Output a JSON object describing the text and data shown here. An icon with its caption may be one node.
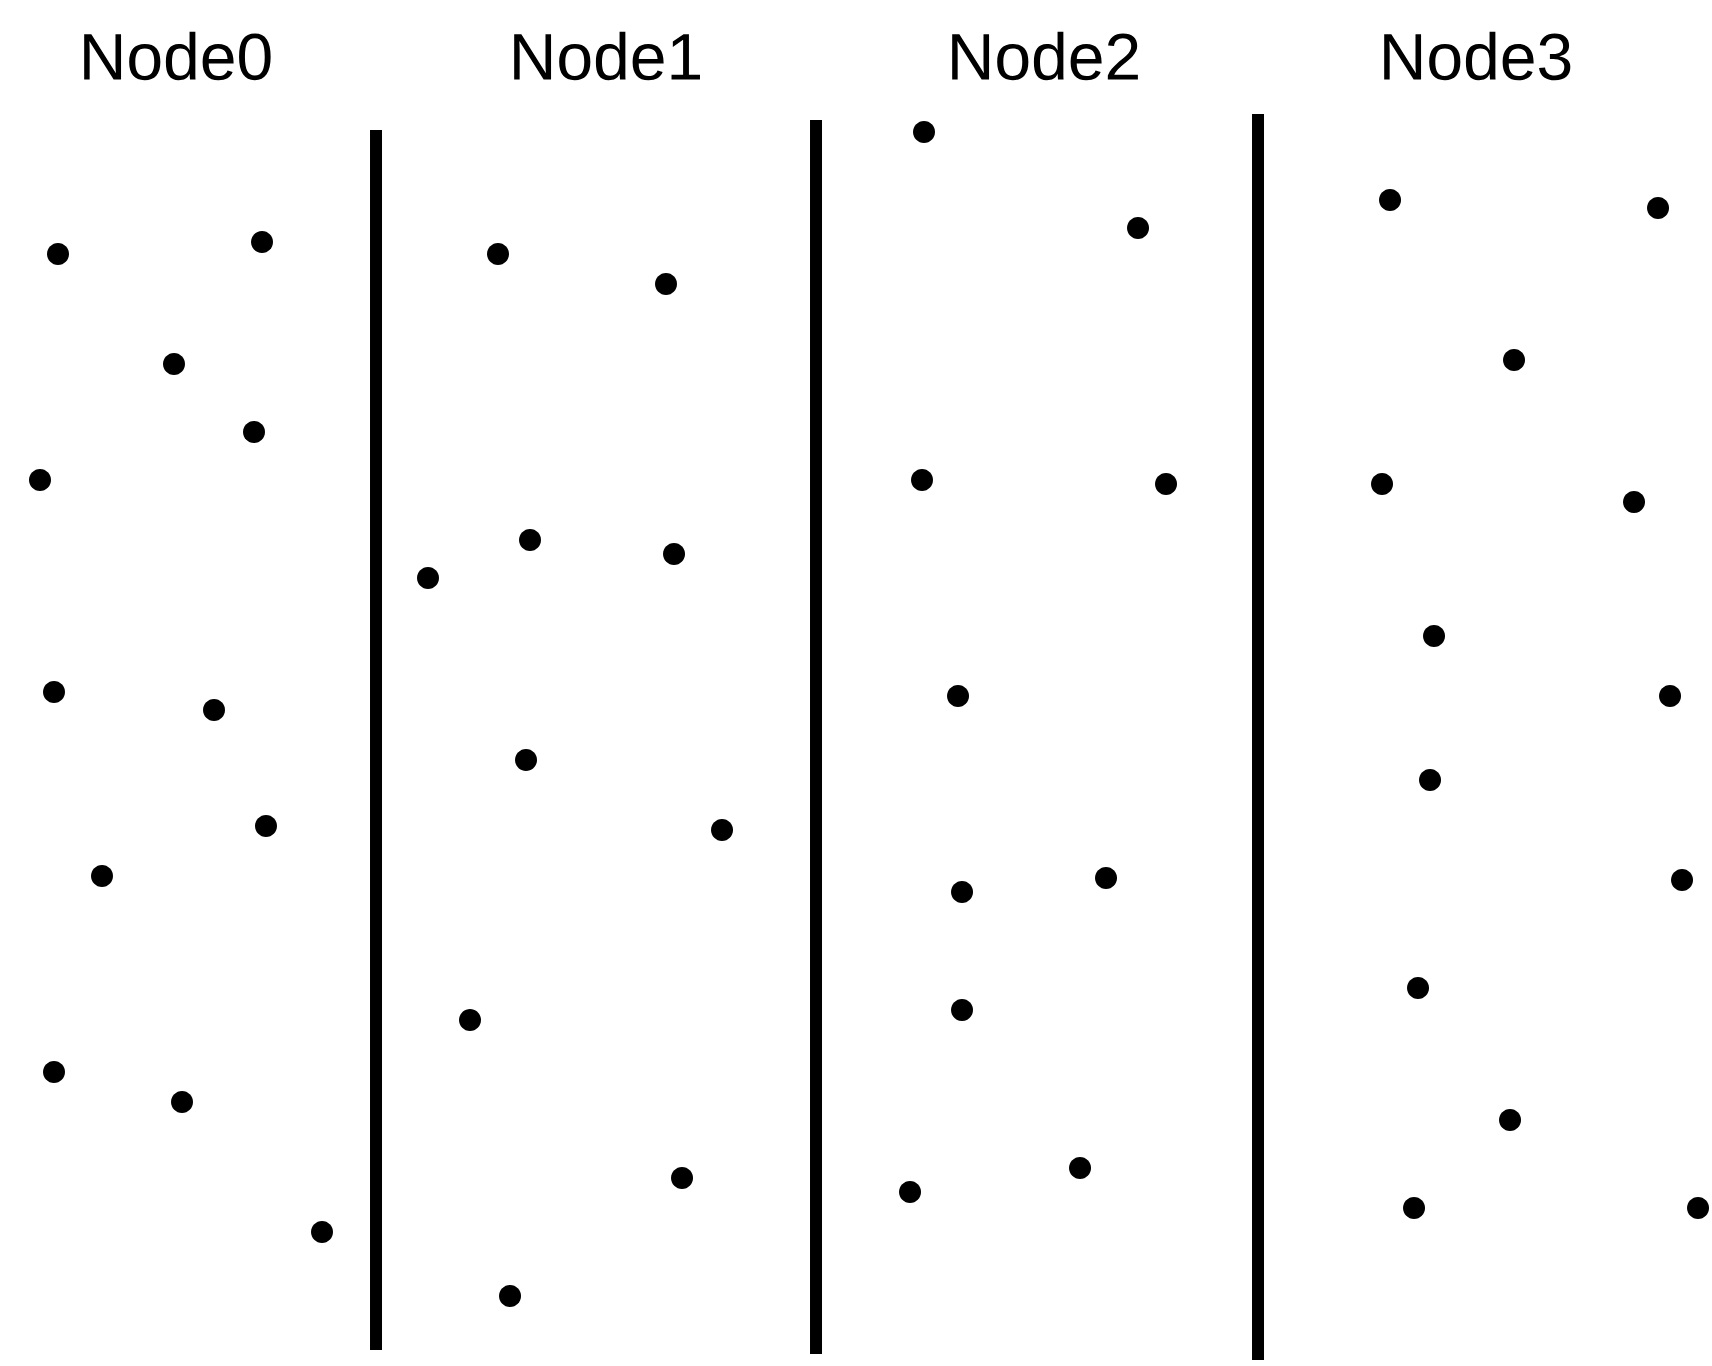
{
  "diagram": {
    "labels": [
      "Node0",
      "Node1",
      "Node2",
      "Node3"
    ]
  }
}
